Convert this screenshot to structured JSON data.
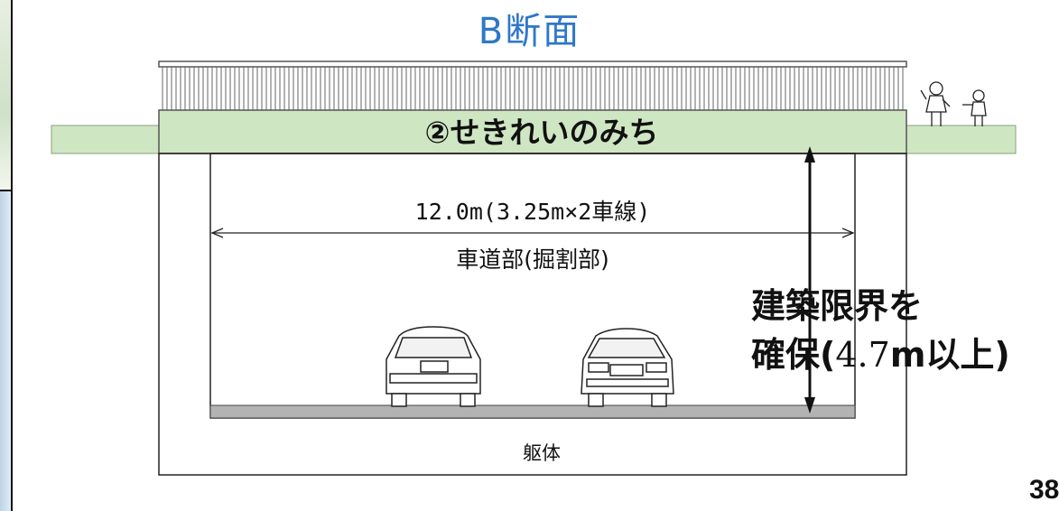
{
  "slide": {
    "title": "B断面",
    "road_name": "②せきれいのみち",
    "width_dimension": "12.0m(3.25m×2車線)",
    "road_label": "車道部(掘割部)",
    "clearance_line1": "建築限界を",
    "clearance_line2_prefix": "確保(",
    "clearance_value": "4.7",
    "clearance_line2_suffix": "m以上)",
    "frame_label": "躯体",
    "page_number": "38"
  },
  "colors": {
    "title": "#2f77c9",
    "green_deck": "#cfe6c3",
    "pavement": "#b3b3b3",
    "line": "#222222"
  },
  "icons": [
    "railing-icon",
    "children-icon",
    "wagon-car-icon",
    "sedan-car-icon",
    "double-arrow-icon"
  ]
}
